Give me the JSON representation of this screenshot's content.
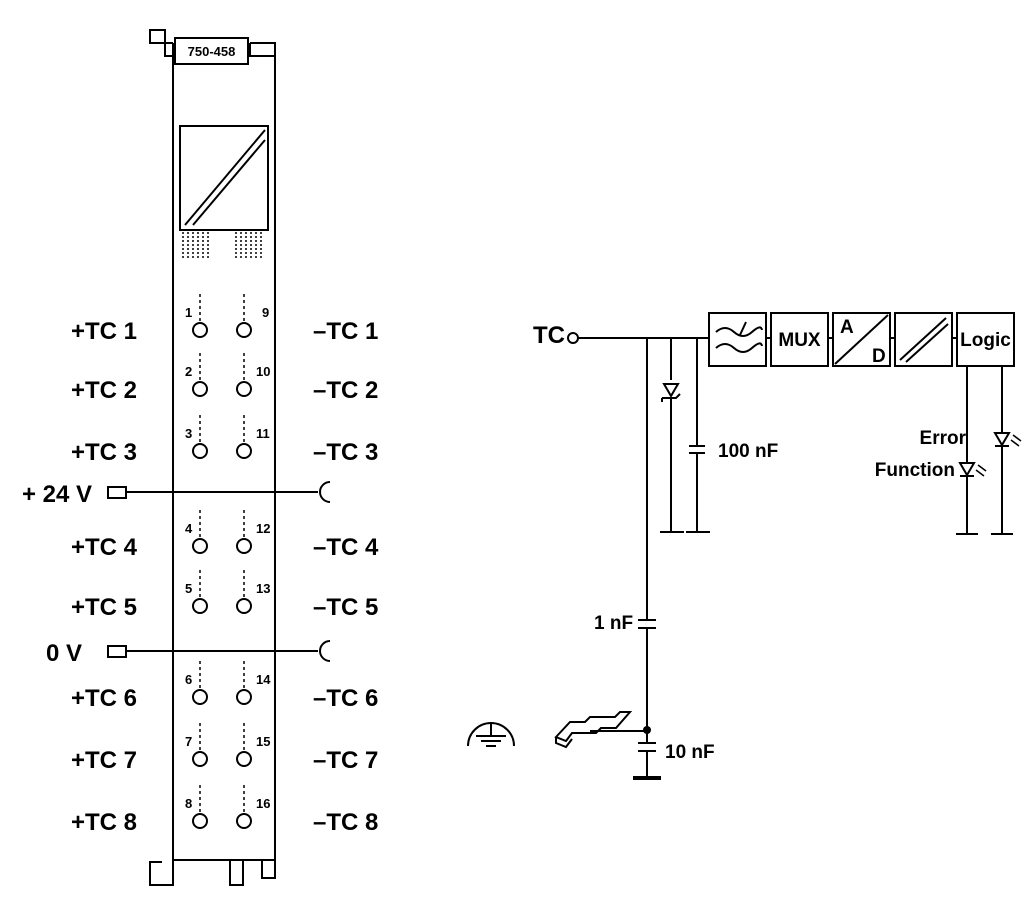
{
  "module": {
    "model": "750-458",
    "left_labels": [
      "+TC 1",
      "+TC 2",
      "+TC 3",
      "+TC 4",
      "+TC 5",
      "+TC 6",
      "+TC 7",
      "+TC 8"
    ],
    "right_labels": [
      "–TC 1",
      "–TC 2",
      "–TC 3",
      "–TC 4",
      "–TC 5",
      "–TC 6",
      "–TC 7",
      "–TC 8"
    ],
    "left_numbers": [
      "1",
      "2",
      "3",
      "4",
      "5",
      "6",
      "7",
      "8"
    ],
    "right_numbers": [
      "9",
      "10",
      "11",
      "12",
      "13",
      "14",
      "15",
      "16"
    ],
    "supply_labels": [
      "+ 24 V",
      "0 V"
    ]
  },
  "schematic": {
    "input_label": "TC",
    "blocks": [
      "filter",
      "MUX",
      "A/D",
      "isolation",
      "Logic"
    ],
    "mux_label": "MUX",
    "adc_top": "A",
    "adc_bottom": "D",
    "logic_label": "Logic",
    "cap_100n": "100 nF",
    "cap_1n": "1 nF",
    "cap_10n": "10 nF",
    "led_error": "Error",
    "led_function": "Function"
  },
  "colors": {
    "line": "#000000",
    "background": "#ffffff"
  }
}
